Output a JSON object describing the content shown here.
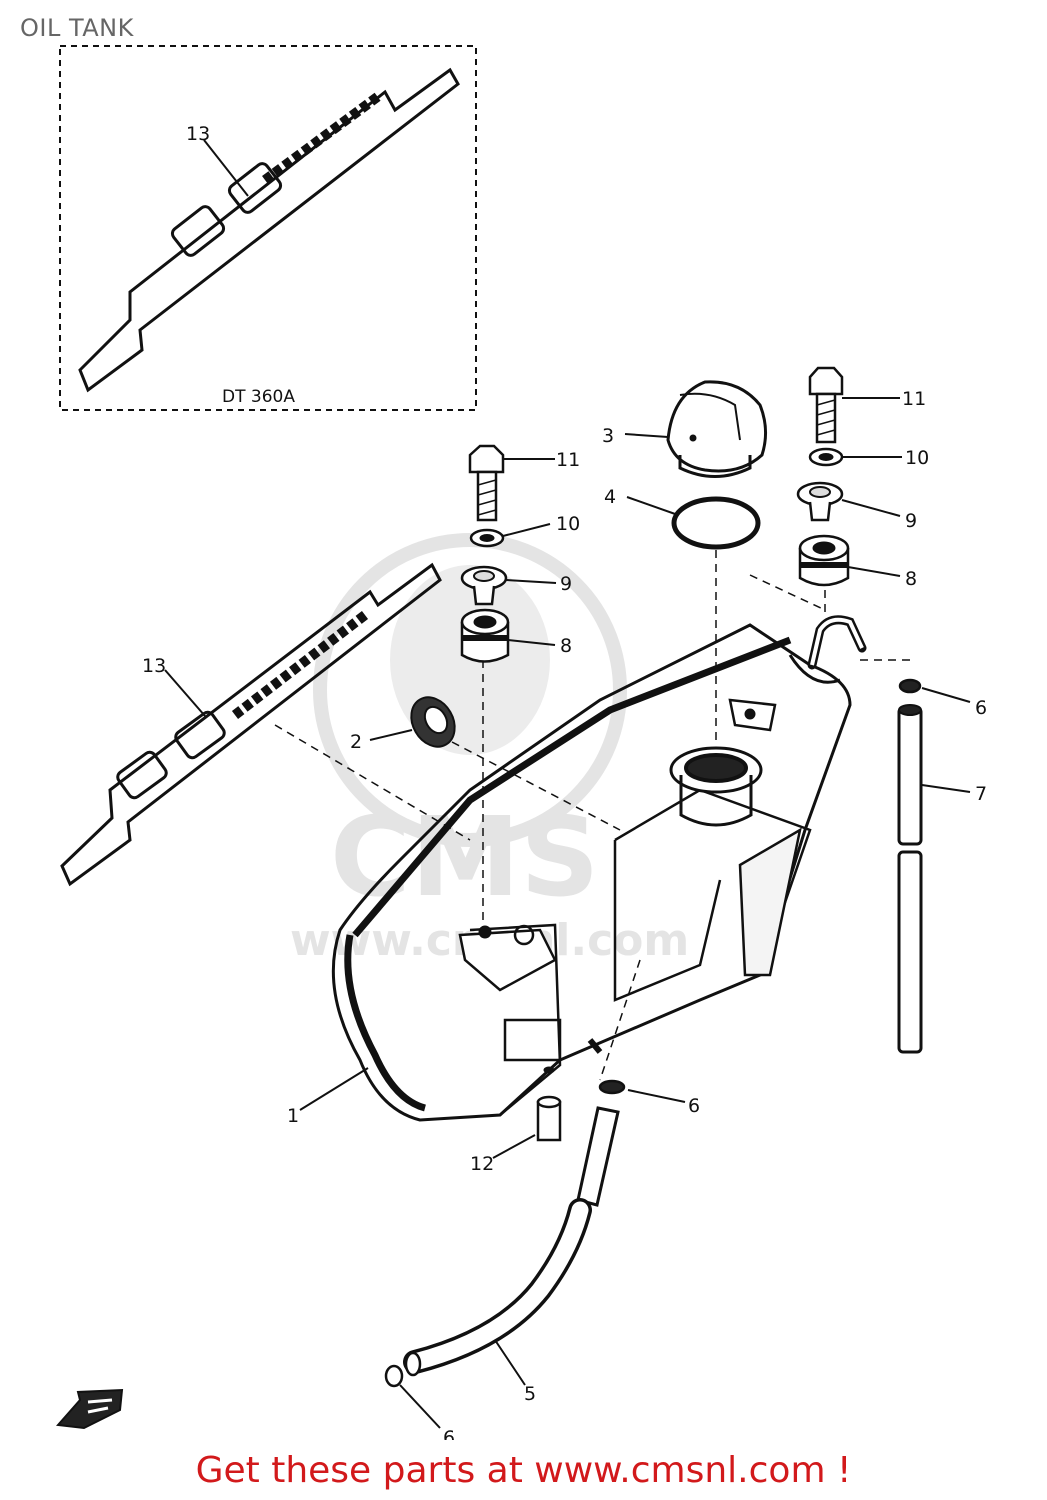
{
  "header": {
    "title": "OIL TANK"
  },
  "inset": {
    "model_label": "DT 360A"
  },
  "watermark": {
    "logo_text": "CMS",
    "site_text": "www.cmsnl.com"
  },
  "callouts": {
    "c1": "1",
    "c2": "2",
    "c3": "3",
    "c4": "4",
    "c5": "5",
    "c6a": "6",
    "c6b": "6",
    "c6c": "6",
    "c7": "7",
    "c8a": "8",
    "c8b": "8",
    "c9a": "9",
    "c9b": "9",
    "c10a": "10",
    "c10b": "10",
    "c11a": "11",
    "c11b": "11",
    "c12": "12",
    "c13a": "13",
    "c13b": "13"
  },
  "footer": {
    "text": "Get these parts at www.cmsnl.com !"
  },
  "colors": {
    "line": "#111111",
    "footer": "#d2191b",
    "watermark": "#e4e4e4"
  }
}
